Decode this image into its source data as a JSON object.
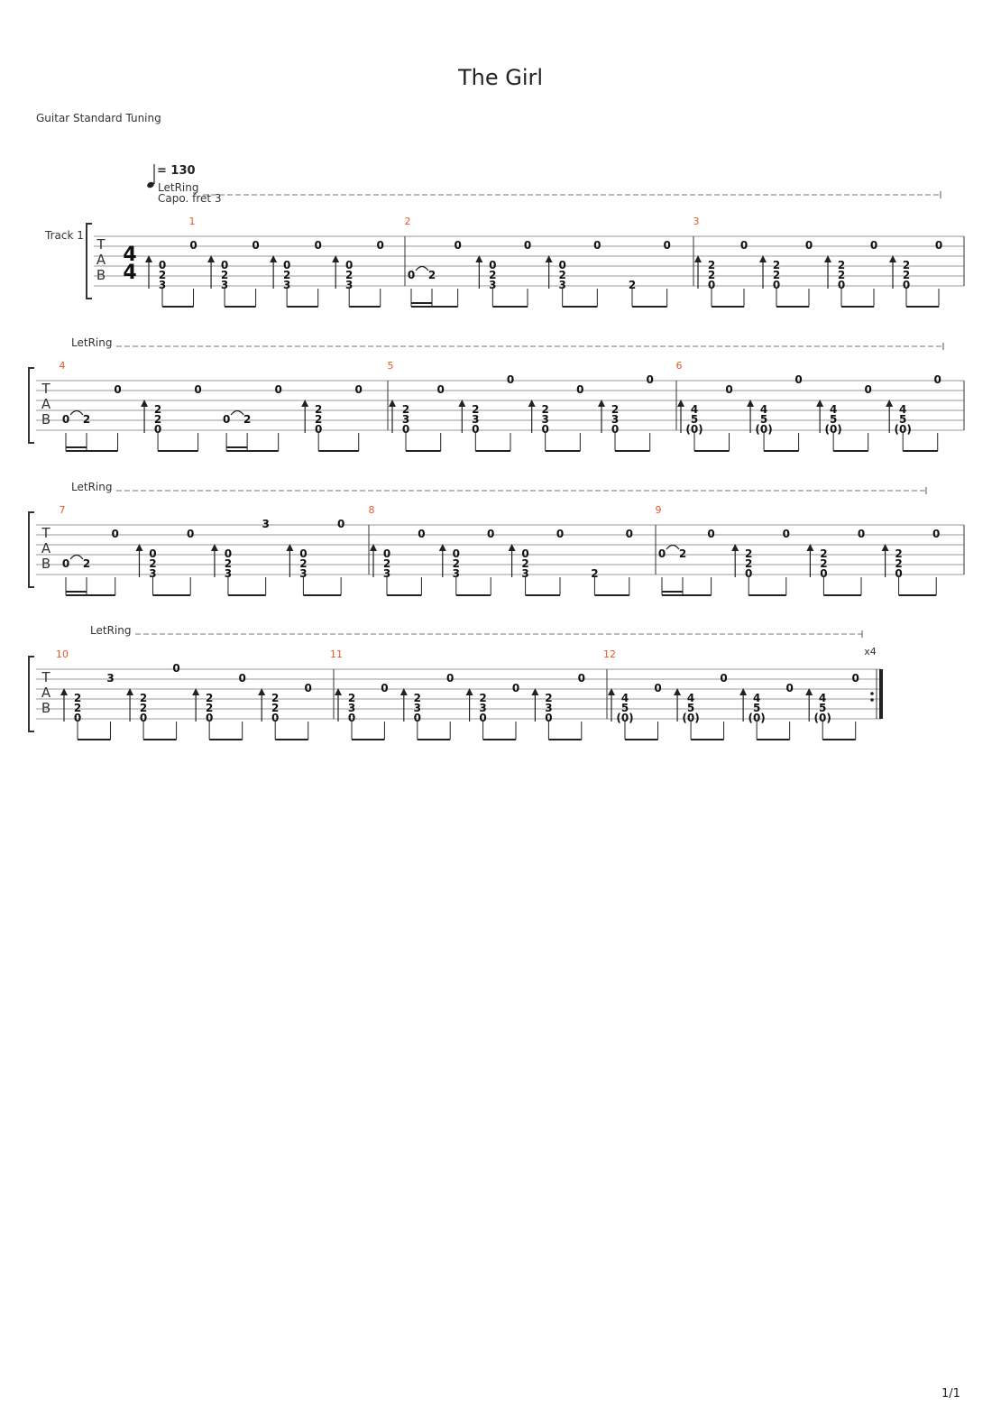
{
  "song": {
    "title": "The Girl",
    "tuning": "Guitar Standard Tuning",
    "tempo": "130",
    "tempo_prefix": "=",
    "track_name": "Track 1",
    "time_signature": "4/4",
    "let_ring": "LetRing",
    "capo": "Capo. fret 3",
    "repeat_count": "x4",
    "page": "1/1"
  },
  "measures": [
    {
      "number": "1",
      "beats": [
        {
          "type": "chord",
          "notes": [
            "0",
            "2",
            "3"
          ],
          "strings": [
            3,
            4,
            5
          ],
          "stroke": true
        },
        {
          "type": "single",
          "notes": [
            "0"
          ],
          "strings": [
            1
          ]
        },
        {
          "type": "chord",
          "notes": [
            "0",
            "2",
            "3"
          ],
          "strings": [
            3,
            4,
            5
          ],
          "stroke": true
        },
        {
          "type": "single",
          "notes": [
            "0"
          ],
          "strings": [
            1
          ]
        },
        {
          "type": "chord",
          "notes": [
            "0",
            "2",
            "3"
          ],
          "strings": [
            3,
            4,
            5
          ],
          "stroke": true
        },
        {
          "type": "single",
          "notes": [
            "0"
          ],
          "strings": [
            1
          ]
        },
        {
          "type": "chord",
          "notes": [
            "0",
            "2",
            "3"
          ],
          "strings": [
            3,
            4,
            5
          ],
          "stroke": true
        },
        {
          "type": "single",
          "notes": [
            "0"
          ],
          "strings": [
            1
          ]
        }
      ]
    },
    {
      "number": "2",
      "beats": [
        {
          "type": "hammer",
          "notes": [
            "0",
            "2"
          ],
          "string": 4
        },
        {
          "type": "single",
          "notes": [
            "0"
          ],
          "strings": [
            1
          ]
        },
        {
          "type": "chord",
          "notes": [
            "0",
            "2",
            "3"
          ],
          "strings": [
            3,
            4,
            5
          ],
          "stroke": true
        },
        {
          "type": "single",
          "notes": [
            "0"
          ],
          "strings": [
            1
          ]
        },
        {
          "type": "chord",
          "notes": [
            "0",
            "2",
            "3"
          ],
          "strings": [
            3,
            4,
            5
          ],
          "stroke": true
        },
        {
          "type": "single",
          "notes": [
            "0"
          ],
          "strings": [
            1
          ]
        },
        {
          "type": "single",
          "notes": [
            "2"
          ],
          "strings": [
            5
          ]
        },
        {
          "type": "single",
          "notes": [
            "0"
          ],
          "strings": [
            1
          ]
        }
      ]
    },
    {
      "number": "3",
      "beats": [
        {
          "type": "chord",
          "notes": [
            "2",
            "2",
            "0"
          ],
          "strings": [
            3,
            4,
            5
          ],
          "stroke": true
        },
        {
          "type": "single",
          "notes": [
            "0"
          ],
          "strings": [
            1
          ]
        },
        {
          "type": "chord",
          "notes": [
            "2",
            "2",
            "0"
          ],
          "strings": [
            3,
            4,
            5
          ],
          "stroke": true
        },
        {
          "type": "single",
          "notes": [
            "0"
          ],
          "strings": [
            1
          ]
        },
        {
          "type": "chord",
          "notes": [
            "2",
            "2",
            "0"
          ],
          "strings": [
            3,
            4,
            5
          ],
          "stroke": true
        },
        {
          "type": "single",
          "notes": [
            "0"
          ],
          "strings": [
            1
          ]
        },
        {
          "type": "chord",
          "notes": [
            "2",
            "2",
            "0"
          ],
          "strings": [
            3,
            4,
            5
          ],
          "stroke": true
        },
        {
          "type": "single",
          "notes": [
            "0"
          ],
          "strings": [
            1
          ]
        }
      ]
    },
    {
      "number": "4",
      "beats": [
        {
          "type": "hammer",
          "notes": [
            "0",
            "2"
          ],
          "string": 4
        },
        {
          "type": "single",
          "notes": [
            "0"
          ],
          "strings": [
            1
          ]
        },
        {
          "type": "chord",
          "notes": [
            "2",
            "2",
            "0"
          ],
          "strings": [
            3,
            4,
            5
          ],
          "stroke": true
        },
        {
          "type": "single",
          "notes": [
            "0"
          ],
          "strings": [
            1
          ]
        },
        {
          "type": "hammer",
          "notes": [
            "0",
            "2"
          ],
          "string": 4
        },
        {
          "type": "single",
          "notes": [
            "0"
          ],
          "strings": [
            1
          ]
        },
        {
          "type": "chord",
          "notes": [
            "2",
            "2",
            "0"
          ],
          "strings": [
            3,
            4,
            5
          ],
          "stroke": true
        },
        {
          "type": "single",
          "notes": [
            "0"
          ],
          "strings": [
            1
          ]
        }
      ]
    },
    {
      "number": "5",
      "beats": [
        {
          "type": "chord",
          "notes": [
            "2",
            "3",
            "0"
          ],
          "strings": [
            3,
            4,
            5
          ],
          "stroke": true
        },
        {
          "type": "single",
          "notes": [
            "0"
          ],
          "strings": [
            1
          ]
        },
        {
          "type": "chord",
          "notes": [
            "2",
            "3",
            "0"
          ],
          "strings": [
            3,
            4,
            5
          ],
          "stroke": true
        },
        {
          "type": "single",
          "notes": [
            "0"
          ],
          "strings": [
            0
          ]
        },
        {
          "type": "chord",
          "notes": [
            "2",
            "3",
            "0"
          ],
          "strings": [
            3,
            4,
            5
          ],
          "stroke": true
        },
        {
          "type": "single",
          "notes": [
            "0"
          ],
          "strings": [
            1
          ]
        },
        {
          "type": "chord",
          "notes": [
            "2",
            "3",
            "0"
          ],
          "strings": [
            3,
            4,
            5
          ],
          "stroke": true
        },
        {
          "type": "single",
          "notes": [
            "0"
          ],
          "strings": [
            0
          ]
        }
      ]
    },
    {
      "number": "6",
      "beats": [
        {
          "type": "chord",
          "notes": [
            "4",
            "5",
            "(0)"
          ],
          "strings": [
            3,
            4,
            5
          ],
          "stroke": true
        },
        {
          "type": "single",
          "notes": [
            "0"
          ],
          "strings": [
            1
          ]
        },
        {
          "type": "chord",
          "notes": [
            "4",
            "5",
            "(0)"
          ],
          "strings": [
            3,
            4,
            5
          ],
          "stroke": true
        },
        {
          "type": "single",
          "notes": [
            "0"
          ],
          "strings": [
            0
          ]
        },
        {
          "type": "chord",
          "notes": [
            "4",
            "5",
            "(0)"
          ],
          "strings": [
            3,
            4,
            5
          ],
          "stroke": true
        },
        {
          "type": "single",
          "notes": [
            "0"
          ],
          "strings": [
            1
          ]
        },
        {
          "type": "chord",
          "notes": [
            "4",
            "5",
            "(0)"
          ],
          "strings": [
            3,
            4,
            5
          ],
          "stroke": true
        },
        {
          "type": "single",
          "notes": [
            "0"
          ],
          "strings": [
            0
          ]
        }
      ]
    },
    {
      "number": "7",
      "beats": [
        {
          "type": "hammer",
          "notes": [
            "0",
            "2"
          ],
          "string": 4
        },
        {
          "type": "single",
          "notes": [
            "0"
          ],
          "strings": [
            1
          ]
        },
        {
          "type": "chord",
          "notes": [
            "0",
            "2",
            "3"
          ],
          "strings": [
            3,
            4,
            5
          ],
          "stroke": true
        },
        {
          "type": "single",
          "notes": [
            "0"
          ],
          "strings": [
            1
          ]
        },
        {
          "type": "chord",
          "notes": [
            "0",
            "2",
            "3"
          ],
          "strings": [
            3,
            4,
            5
          ],
          "stroke": true
        },
        {
          "type": "single",
          "notes": [
            "3"
          ],
          "strings": [
            0
          ]
        },
        {
          "type": "chord",
          "notes": [
            "0",
            "2",
            "3"
          ],
          "strings": [
            3,
            4,
            5
          ],
          "stroke": true
        },
        {
          "type": "single",
          "notes": [
            "0"
          ],
          "strings": [
            0
          ]
        }
      ]
    },
    {
      "number": "8",
      "beats": [
        {
          "type": "chord",
          "notes": [
            "0",
            "2",
            "3"
          ],
          "strings": [
            3,
            4,
            5
          ],
          "stroke": true
        },
        {
          "type": "single",
          "notes": [
            "0"
          ],
          "strings": [
            1
          ]
        },
        {
          "type": "chord",
          "notes": [
            "0",
            "2",
            "3"
          ],
          "strings": [
            3,
            4,
            5
          ],
          "stroke": true
        },
        {
          "type": "single",
          "notes": [
            "0"
          ],
          "strings": [
            1
          ]
        },
        {
          "type": "chord",
          "notes": [
            "0",
            "2",
            "3"
          ],
          "strings": [
            3,
            4,
            5
          ],
          "stroke": true
        },
        {
          "type": "single",
          "notes": [
            "0"
          ],
          "strings": [
            1
          ]
        },
        {
          "type": "single",
          "notes": [
            "2"
          ],
          "strings": [
            5
          ]
        },
        {
          "type": "single",
          "notes": [
            "0"
          ],
          "strings": [
            1
          ]
        }
      ]
    },
    {
      "number": "9",
      "beats": [
        {
          "type": "hammer",
          "notes": [
            "0",
            "2"
          ],
          "string": 3
        },
        {
          "type": "single",
          "notes": [
            "0"
          ],
          "strings": [
            1
          ]
        },
        {
          "type": "chord",
          "notes": [
            "2",
            "2",
            "0"
          ],
          "strings": [
            3,
            4,
            5
          ],
          "stroke": true
        },
        {
          "type": "single",
          "notes": [
            "0"
          ],
          "strings": [
            1
          ]
        },
        {
          "type": "chord",
          "notes": [
            "2",
            "2",
            "0"
          ],
          "strings": [
            3,
            4,
            5
          ],
          "stroke": true
        },
        {
          "type": "single",
          "notes": [
            "0"
          ],
          "strings": [
            1
          ]
        },
        {
          "type": "chord",
          "notes": [
            "2",
            "2",
            "0"
          ],
          "strings": [
            3,
            4,
            5
          ],
          "stroke": true
        },
        {
          "type": "single",
          "notes": [
            "0"
          ],
          "strings": [
            1
          ]
        }
      ]
    },
    {
      "number": "10",
      "beats": [
        {
          "type": "chord",
          "notes": [
            "2",
            "2",
            "0"
          ],
          "strings": [
            3,
            4,
            5
          ],
          "stroke": true
        },
        {
          "type": "single",
          "notes": [
            "3"
          ],
          "strings": [
            1
          ]
        },
        {
          "type": "chord",
          "notes": [
            "2",
            "2",
            "0"
          ],
          "strings": [
            3,
            4,
            5
          ],
          "stroke": true
        },
        {
          "type": "single",
          "notes": [
            "0"
          ],
          "strings": [
            0
          ]
        },
        {
          "type": "chord",
          "notes": [
            "2",
            "2",
            "0"
          ],
          "strings": [
            3,
            4,
            5
          ],
          "stroke": true
        },
        {
          "type": "single",
          "notes": [
            "0"
          ],
          "strings": [
            1
          ]
        },
        {
          "type": "chord",
          "notes": [
            "2",
            "2",
            "0"
          ],
          "strings": [
            3,
            4,
            5
          ],
          "stroke": true
        },
        {
          "type": "single",
          "notes": [
            "0"
          ],
          "strings": [
            2
          ]
        }
      ]
    },
    {
      "number": "11",
      "beats": [
        {
          "type": "chord",
          "notes": [
            "2",
            "3",
            "0"
          ],
          "strings": [
            3,
            4,
            5
          ],
          "stroke": true
        },
        {
          "type": "single",
          "notes": [
            "0"
          ],
          "strings": [
            2
          ]
        },
        {
          "type": "chord",
          "notes": [
            "2",
            "3",
            "0"
          ],
          "strings": [
            3,
            4,
            5
          ],
          "stroke": true
        },
        {
          "type": "single",
          "notes": [
            "0"
          ],
          "strings": [
            1
          ]
        },
        {
          "type": "chord",
          "notes": [
            "2",
            "3",
            "0"
          ],
          "strings": [
            3,
            4,
            5
          ],
          "stroke": true
        },
        {
          "type": "single",
          "notes": [
            "0"
          ],
          "strings": [
            2
          ]
        },
        {
          "type": "chord",
          "notes": [
            "2",
            "3",
            "0"
          ],
          "strings": [
            3,
            4,
            5
          ],
          "stroke": true
        },
        {
          "type": "single",
          "notes": [
            "0"
          ],
          "strings": [
            1
          ]
        }
      ]
    },
    {
      "number": "12",
      "beats": [
        {
          "type": "chord",
          "notes": [
            "4",
            "5",
            "(0)"
          ],
          "strings": [
            3,
            4,
            5
          ],
          "stroke": true
        },
        {
          "type": "single",
          "notes": [
            "0"
          ],
          "strings": [
            2
          ]
        },
        {
          "type": "chord",
          "notes": [
            "4",
            "5",
            "(0)"
          ],
          "strings": [
            3,
            4,
            5
          ],
          "stroke": true
        },
        {
          "type": "single",
          "notes": [
            "0"
          ],
          "strings": [
            1
          ]
        },
        {
          "type": "chord",
          "notes": [
            "4",
            "5",
            "(0)"
          ],
          "strings": [
            3,
            4,
            5
          ],
          "stroke": true
        },
        {
          "type": "single",
          "notes": [
            "0"
          ],
          "strings": [
            2
          ]
        },
        {
          "type": "chord",
          "notes": [
            "4",
            "5",
            "(0)"
          ],
          "strings": [
            3,
            4,
            5
          ],
          "stroke": true
        },
        {
          "type": "single",
          "notes": [
            "0"
          ],
          "strings": [
            1
          ]
        }
      ]
    }
  ]
}
